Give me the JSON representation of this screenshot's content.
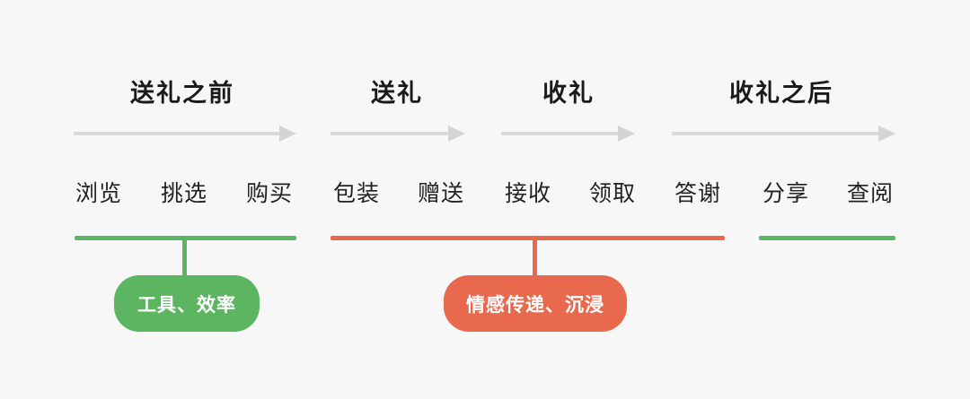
{
  "colors": {
    "background": "#f7f7f7",
    "green": "#5bb561",
    "red": "#e8694e",
    "arrow_gray": "#d9d9d9",
    "heading_text": "#1a1a1a",
    "step_text": "#222222",
    "pill_text": "#ffffff"
  },
  "phases": [
    {
      "label": "送礼之前"
    },
    {
      "label": "送礼"
    },
    {
      "label": "收礼"
    },
    {
      "label": "收礼之后"
    }
  ],
  "steps": [
    "浏览",
    "挑选",
    "购买",
    "包装",
    "赠送",
    "接收",
    "领取",
    "答谢",
    "分享",
    "查阅"
  ],
  "annotations": [
    {
      "label": "工具、效率",
      "color": "#5bb561",
      "covers": "浏览–购买"
    },
    {
      "label": "情感传递、沉浸",
      "color": "#e8694e",
      "covers": "包装–答谢"
    }
  ]
}
